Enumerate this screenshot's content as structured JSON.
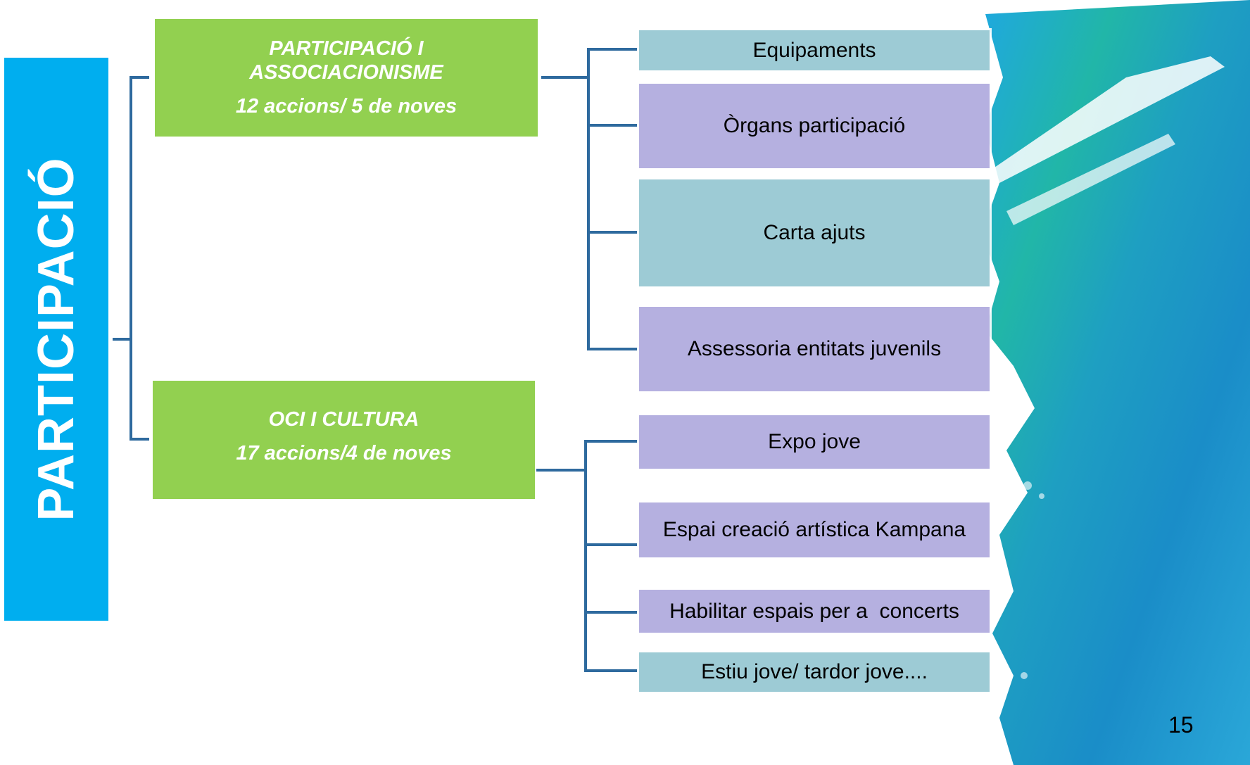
{
  "root": {
    "label": "PARTICIPACIÓ"
  },
  "branches": [
    {
      "title_line1": "PARTICIPACIÓ I",
      "title_line2": "ASSOCIACIONISME",
      "subtitle": "12 accions/ 5 de noves"
    },
    {
      "title": "OCI I CULTURA",
      "subtitle": "17 accions/4 de noves"
    }
  ],
  "leaves": [
    {
      "label": "Equipaments",
      "color": "#9DCBD5"
    },
    {
      "label": "Òrgans participació",
      "color": "#B5B0E0"
    },
    {
      "label": "Carta ajuts",
      "color": "#9DCBD5"
    },
    {
      "label": "Assessoria entitats juvenils",
      "color": "#B5B0E0"
    },
    {
      "label": "Expo jove",
      "color": "#B5B0E0"
    },
    {
      "label": "Espai creació artística Kampana",
      "color": "#B5B0E0"
    },
    {
      "label": "Habilitar espais per a  concerts",
      "color": "#B5B0E0"
    },
    {
      "label": "Estiu jove/ tardor jove....",
      "color": "#9DCBD5"
    }
  ],
  "page_number": "15",
  "colors": {
    "root": "#00AEEF",
    "branch": "#92D050",
    "connector": "#2E6A9E"
  }
}
